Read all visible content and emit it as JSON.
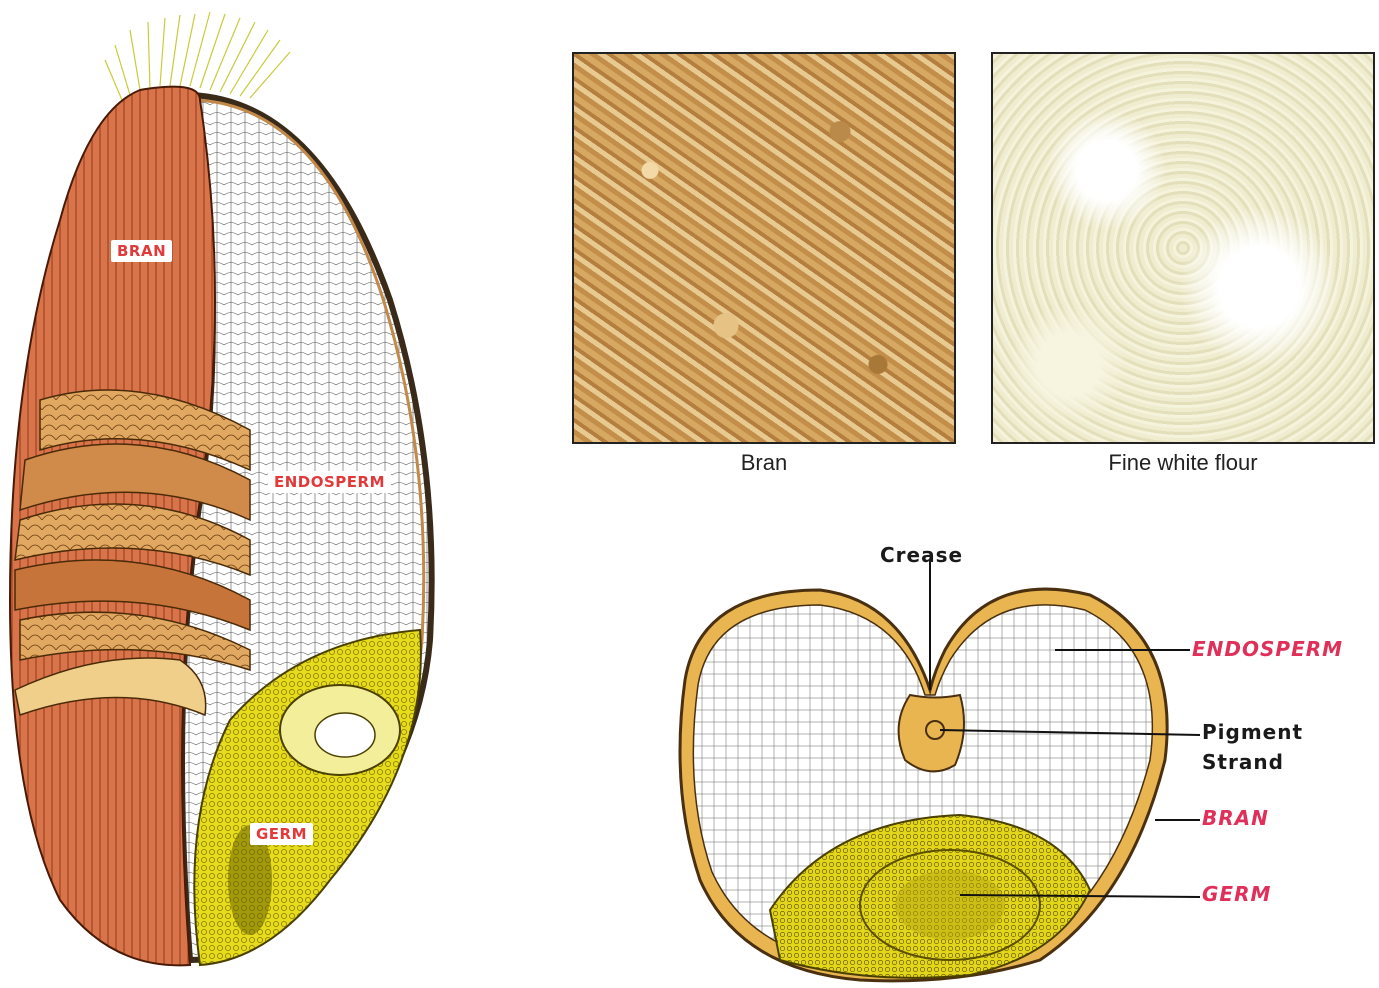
{
  "kernel": {
    "labels": {
      "bran": "BRAN",
      "endosperm": "ENDOSPERM",
      "germ": "GERM"
    }
  },
  "photos": {
    "bran_caption": "Bran",
    "flour_caption": "Fine white flour"
  },
  "cross_section": {
    "crease": "Crease",
    "endosperm": "ENDOSPERM",
    "pigment_strand_line1": "Pigment",
    "pigment_strand_line2": "Strand",
    "bran": "BRAN",
    "germ": "GERM"
  },
  "colors": {
    "bran": "#d9744a",
    "germ": "#e3d81a",
    "label_red": "#e23a3a",
    "label_pink": "#e0305a"
  }
}
